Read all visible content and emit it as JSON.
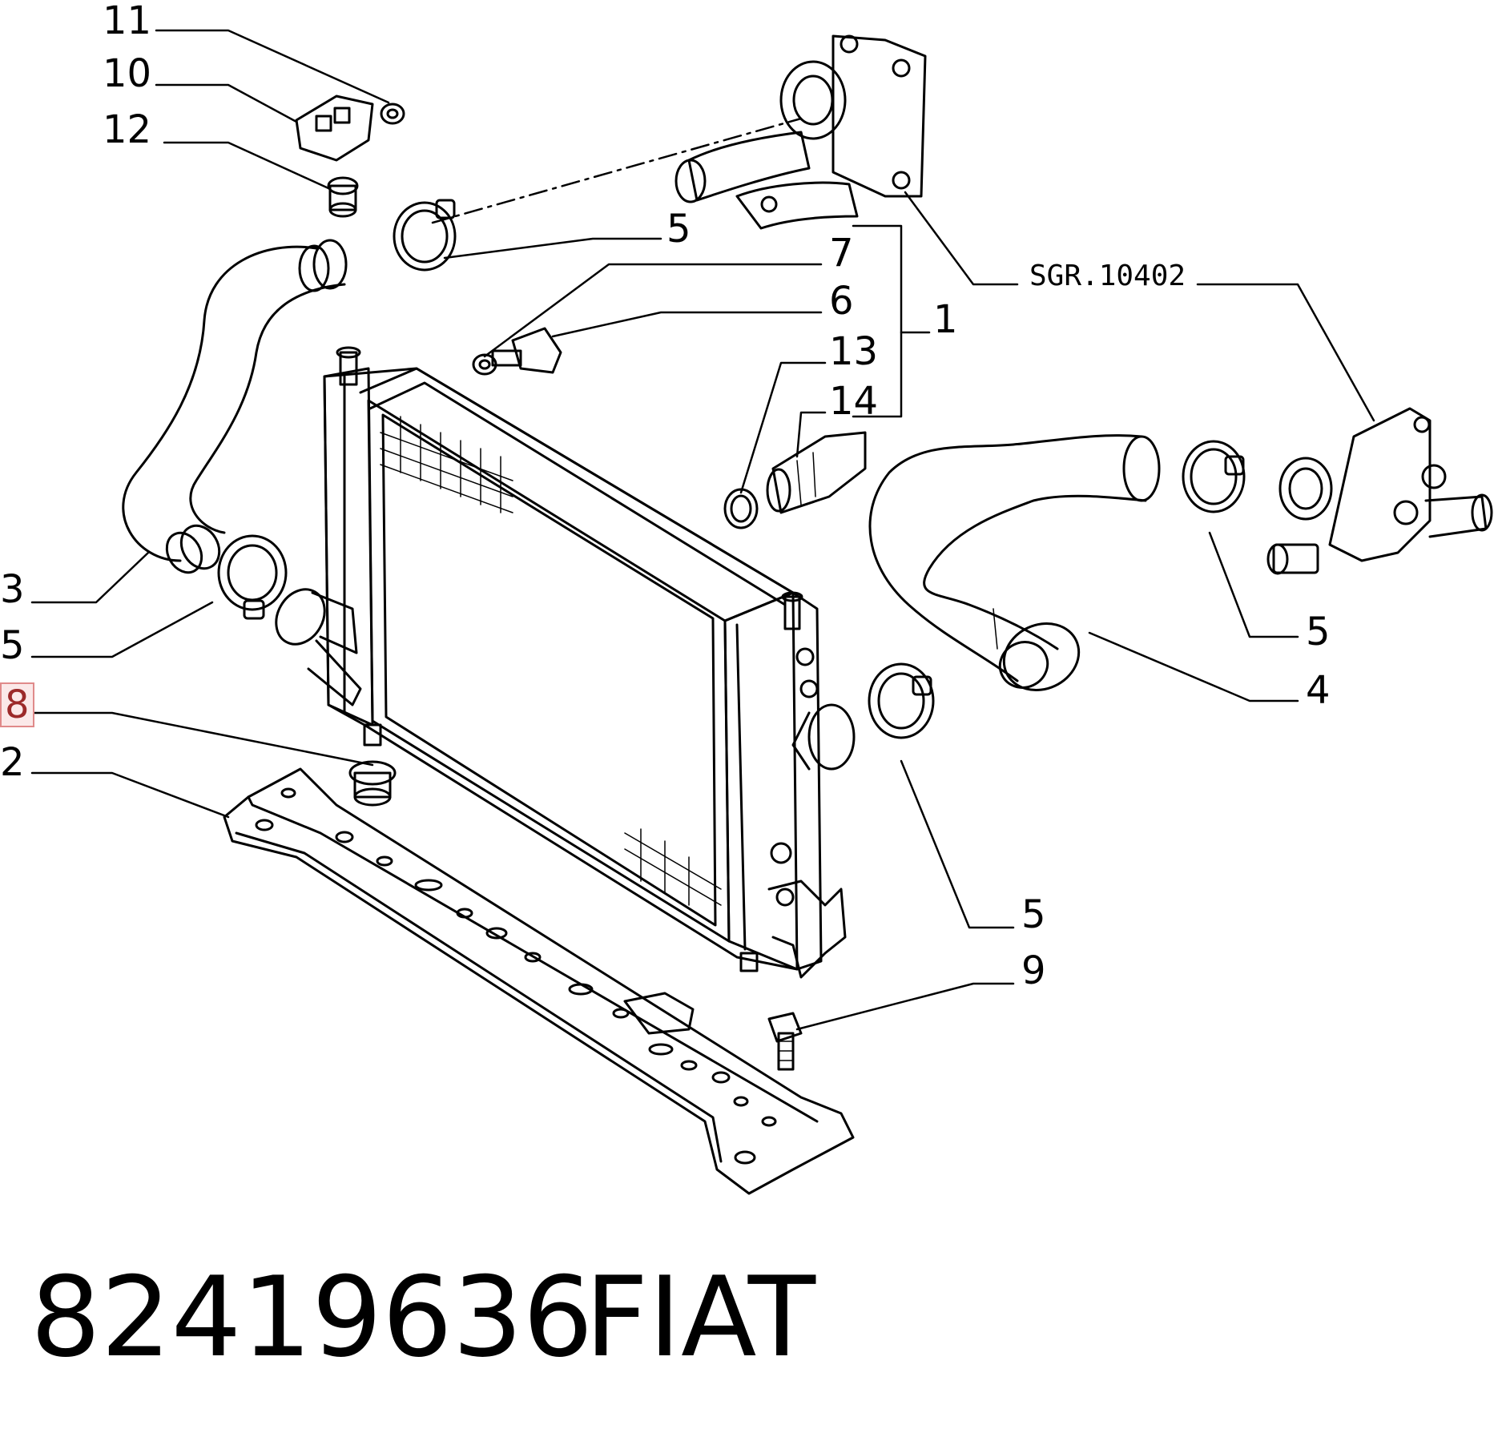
{
  "callouts": {
    "c1": "1",
    "c2": "2",
    "c3": "3",
    "c4": "4",
    "c5_thermo_clamp": "5",
    "c5_left_clamp": "5",
    "c5_right_clamp": "5",
    "c5_lower_clamp": "5",
    "c6": "6",
    "c7": "7",
    "c8": "8",
    "c9": "9",
    "c10": "10",
    "c11": "11",
    "c12": "12",
    "c13": "13",
    "c14": "14",
    "group_ref": "SGR.10402"
  },
  "highlighted_callout": "8",
  "footer": {
    "part_number": "82419636",
    "brand": "FIAT"
  }
}
